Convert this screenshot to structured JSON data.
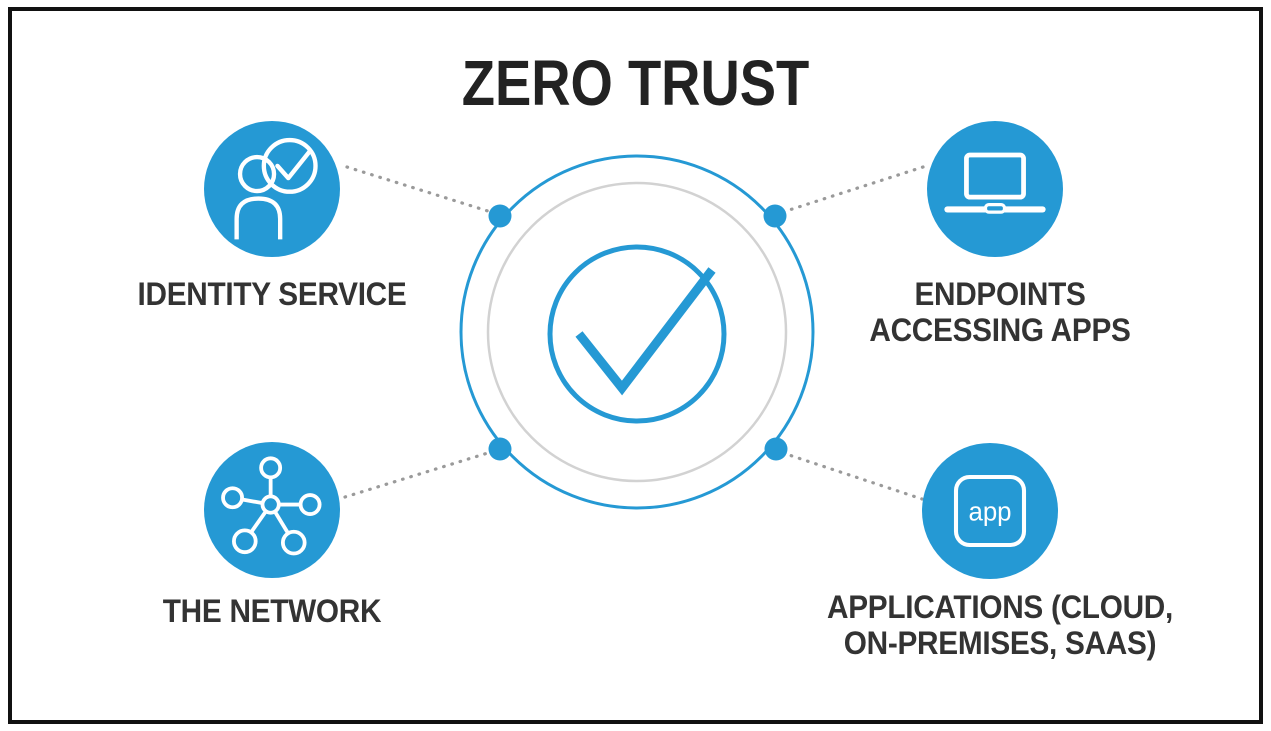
{
  "title": "ZERO TRUST",
  "center": {
    "name": "zero-trust-verification-hub"
  },
  "nodes": [
    {
      "id": "identity-service",
      "label": "IDENTITY SERVICE",
      "icon": "user-check-icon"
    },
    {
      "id": "endpoints-accessing-apps",
      "label": "ENDPOINTS\nACCESSING APPS",
      "icon": "laptop-icon"
    },
    {
      "id": "the-network",
      "label": "THE NETWORK",
      "icon": "network-hub-icon"
    },
    {
      "id": "applications",
      "label": "APPLICATIONS (CLOUD,\nON-PREMISES, SAAS)",
      "icon": "app-box-icon",
      "icon_text": "app"
    }
  ],
  "colors": {
    "accent_blue": "#2599d4",
    "title_text": "#222222",
    "label_text": "#333333",
    "connector_gray": "#9a9a9a",
    "inner_ring_gray": "#d2d2d2",
    "frame_border": "#111111",
    "icon_stroke": "#ffffff"
  }
}
